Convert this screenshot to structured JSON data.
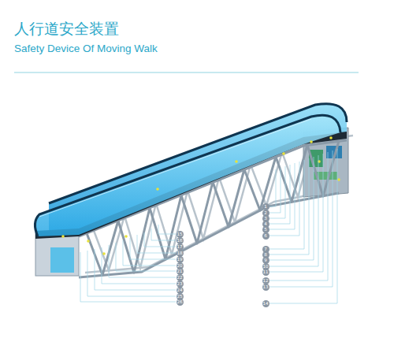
{
  "diagram": {
    "title": "人行道安全装置",
    "labels": [
      "Safety Device Of Moving Walk",
      "1",
      "2",
      "3",
      "4",
      "5",
      "6",
      "7",
      "8",
      "9",
      "10",
      "11",
      "12",
      "13",
      "14",
      "15",
      "16",
      "17",
      "18",
      "19",
      "20",
      "21",
      "22",
      "23",
      "24",
      "25",
      "26"
    ]
  }
}
